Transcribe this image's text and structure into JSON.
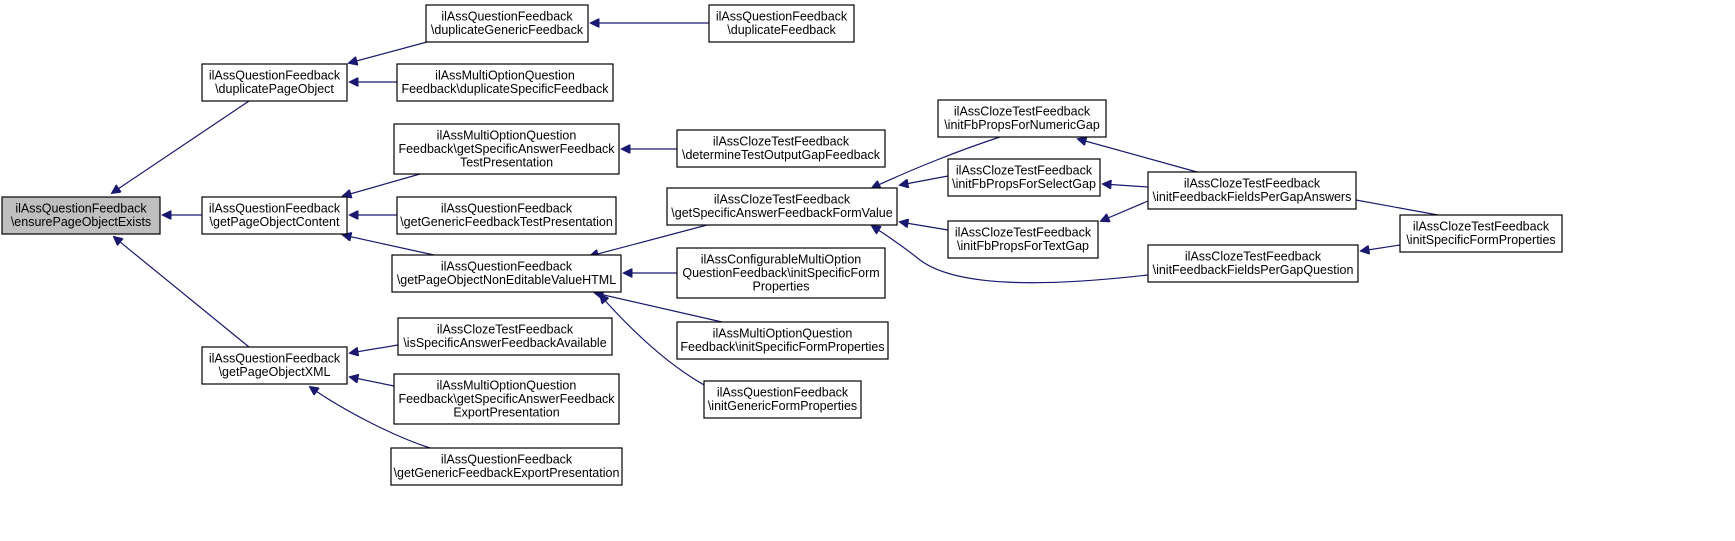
{
  "graph": {
    "edge_color": "#191970",
    "root_fill": "#bfbfbf",
    "nodes": [
      {
        "id": "root",
        "lines": [
          "ilAssQuestionFeedback",
          "\\ensurePageObjectExists"
        ],
        "root": true
      },
      {
        "id": "dupPageObj",
        "lines": [
          "ilAssQuestionFeedback",
          "\\duplicatePageObject"
        ]
      },
      {
        "id": "getPOC",
        "lines": [
          "ilAssQuestionFeedback",
          "\\getPageObjectContent"
        ]
      },
      {
        "id": "getPOXML",
        "lines": [
          "ilAssQuestionFeedback",
          "\\getPageObjectXML"
        ]
      },
      {
        "id": "dupGeneric",
        "lines": [
          "ilAssQuestionFeedback",
          "\\duplicateGenericFeedback"
        ]
      },
      {
        "id": "dupFeedback",
        "lines": [
          "ilAssQuestionFeedback",
          "\\duplicateFeedback"
        ]
      },
      {
        "id": "moDupSpecific",
        "lines": [
          "ilAssMultiOptionQuestion",
          "Feedback\\duplicateSpecificFeedback"
        ]
      },
      {
        "id": "moGetSpecTest",
        "lines": [
          "ilAssMultiOptionQuestion",
          "Feedback\\getSpecificAnswerFeedback",
          "TestPresentation"
        ]
      },
      {
        "id": "clozeDetermine",
        "lines": [
          "ilAssClozeTestFeedback",
          "\\determineTestOutputGapFeedback"
        ]
      },
      {
        "id": "getGenericTest",
        "lines": [
          "ilAssQuestionFeedback",
          "\\getGenericFeedbackTestPresentation"
        ]
      },
      {
        "id": "getPONonEdit",
        "lines": [
          "ilAssQuestionFeedback",
          "\\getPageObjectNonEditableValueHTML"
        ]
      },
      {
        "id": "clozeGetSpecForm",
        "lines": [
          "ilAssClozeTestFeedback",
          "\\getSpecificAnswerFeedbackFormValue"
        ]
      },
      {
        "id": "cfgMoInit",
        "lines": [
          "ilAssConfigurableMultiOption",
          "QuestionFeedback\\initSpecificForm",
          "Properties"
        ]
      },
      {
        "id": "moInitSpecForm",
        "lines": [
          "ilAssMultiOptionQuestion",
          "Feedback\\initSpecificFormProperties"
        ]
      },
      {
        "id": "initGenericForm",
        "lines": [
          "ilAssQuestionFeedback",
          "\\initGenericFormProperties"
        ]
      },
      {
        "id": "clozeNumeric",
        "lines": [
          "ilAssClozeTestFeedback",
          "\\initFbPropsForNumericGap"
        ]
      },
      {
        "id": "clozeSelect",
        "lines": [
          "ilAssClozeTestFeedback",
          "\\initFbPropsForSelectGap"
        ]
      },
      {
        "id": "clozeText",
        "lines": [
          "ilAssClozeTestFeedback",
          "\\initFbPropsForTextGap"
        ]
      },
      {
        "id": "clozeFieldsAnswers",
        "lines": [
          "ilAssClozeTestFeedback",
          "\\initFeedbackFieldsPerGapAnswers"
        ]
      },
      {
        "id": "clozeFieldsQuestion",
        "lines": [
          "ilAssClozeTestFeedback",
          "\\initFeedbackFieldsPerGapQuestion"
        ]
      },
      {
        "id": "clozeInitSpecForm",
        "lines": [
          "ilAssClozeTestFeedback",
          "\\initSpecificFormProperties"
        ]
      },
      {
        "id": "clozeIsSpecAvail",
        "lines": [
          "ilAssClozeTestFeedback",
          "\\isSpecificAnswerFeedbackAvailable"
        ]
      },
      {
        "id": "moGetSpecExport",
        "lines": [
          "ilAssMultiOptionQuestion",
          "Feedback\\getSpecificAnswerFeedback",
          "ExportPresentation"
        ]
      },
      {
        "id": "getGenericExport",
        "lines": [
          "ilAssQuestionFeedback",
          "\\getGenericFeedbackExportPresentation"
        ]
      }
    ],
    "edges": [
      {
        "from": "dupPageObj",
        "to": "root"
      },
      {
        "from": "getPOC",
        "to": "root"
      },
      {
        "from": "getPOXML",
        "to": "root"
      },
      {
        "from": "dupGeneric",
        "to": "dupPageObj"
      },
      {
        "from": "moDupSpecific",
        "to": "dupPageObj"
      },
      {
        "from": "dupFeedback",
        "to": "dupGeneric"
      },
      {
        "from": "moGetSpecTest",
        "to": "getPOC"
      },
      {
        "from": "getGenericTest",
        "to": "getPOC"
      },
      {
        "from": "getPONonEdit",
        "to": "getPOC"
      },
      {
        "from": "clozeDetermine",
        "to": "moGetSpecTest"
      },
      {
        "from": "clozeGetSpecForm",
        "to": "getPONonEdit"
      },
      {
        "from": "cfgMoInit",
        "to": "getPONonEdit"
      },
      {
        "from": "moInitSpecForm",
        "to": "getPONonEdit"
      },
      {
        "from": "initGenericForm",
        "to": "getPONonEdit"
      },
      {
        "from": "clozeNumeric",
        "to": "clozeGetSpecForm"
      },
      {
        "from": "clozeSelect",
        "to": "clozeGetSpecForm"
      },
      {
        "from": "clozeText",
        "to": "clozeGetSpecForm"
      },
      {
        "from": "clozeFieldsQuestion",
        "to": "clozeGetSpecForm"
      },
      {
        "from": "clozeFieldsAnswers",
        "to": "clozeNumeric"
      },
      {
        "from": "clozeFieldsAnswers",
        "to": "clozeSelect"
      },
      {
        "from": "clozeFieldsAnswers",
        "to": "clozeText"
      },
      {
        "from": "clozeInitSpecForm",
        "to": "clozeFieldsAnswers"
      },
      {
        "from": "clozeInitSpecForm",
        "to": "clozeFieldsQuestion"
      },
      {
        "from": "clozeIsSpecAvail",
        "to": "getPOXML"
      },
      {
        "from": "moGetSpecExport",
        "to": "getPOXML"
      },
      {
        "from": "getGenericExport",
        "to": "getPOXML"
      }
    ]
  }
}
